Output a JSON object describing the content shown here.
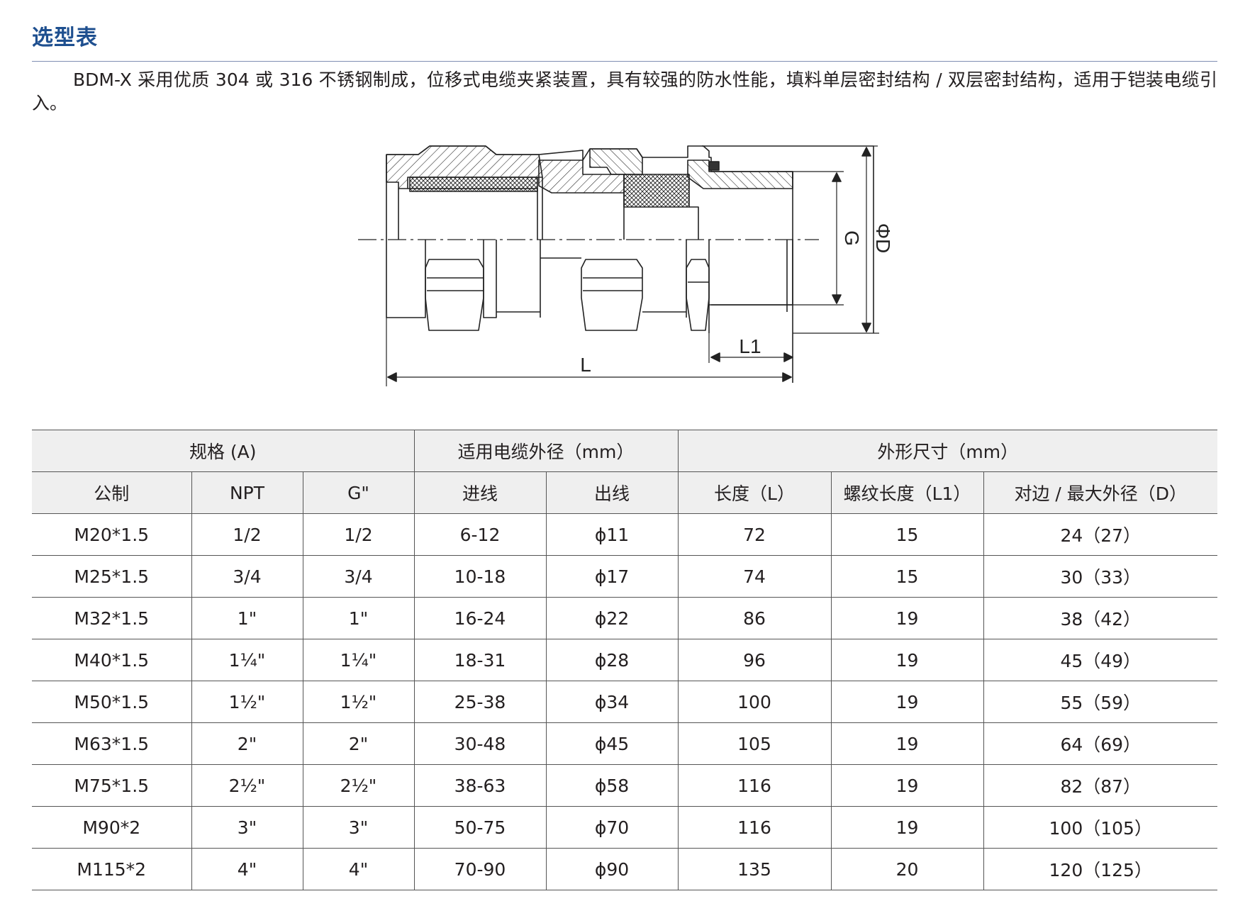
{
  "page": {
    "title": "选型表",
    "intro": "BDM-X 采用优质 304 或 316 不锈钢制成，位移式电缆夹紧装置，具有较强的防水性能，填料单层密封结构 / 双层密封结构，适用于铠装电缆引入。"
  },
  "diagram": {
    "label_L": "L",
    "label_L1": "L1",
    "label_G": "G",
    "label_D": "ΦD"
  },
  "table": {
    "group_headers": [
      "规格 (A)",
      "适用电缆外径（mm）",
      "外形尺寸（mm）"
    ],
    "columns": [
      "公制",
      "NPT",
      "G\"",
      "进线",
      "出线",
      "长度（L）",
      "螺纹长度（L1）",
      "对边 / 最大外径（D）"
    ],
    "rows": [
      [
        "M20*1.5",
        "1/2",
        "1/2",
        "6-12",
        "ϕ11",
        "72",
        "15",
        "24（27）"
      ],
      [
        "M25*1.5",
        "3/4",
        "3/4",
        "10-18",
        "ϕ17",
        "74",
        "15",
        "30（33）"
      ],
      [
        "M32*1.5",
        "1\"",
        "1\"",
        "16-24",
        "ϕ22",
        "86",
        "19",
        "38（42）"
      ],
      [
        "M40*1.5",
        "1¼\"",
        "1¼\"",
        "18-31",
        "ϕ28",
        "96",
        "19",
        "45（49）"
      ],
      [
        "M50*1.5",
        "1½\"",
        "1½\"",
        "25-38",
        "ϕ34",
        "100",
        "19",
        "55（59）"
      ],
      [
        "M63*1.5",
        "2\"",
        "2\"",
        "30-48",
        "ϕ45",
        "105",
        "19",
        "64（69）"
      ],
      [
        "M75*1.5",
        "2½\"",
        "2½\"",
        "38-63",
        "ϕ58",
        "116",
        "19",
        "82（87）"
      ],
      [
        "M90*2",
        "3\"",
        "3\"",
        "50-75",
        "ϕ70",
        "116",
        "19",
        "100（105）"
      ],
      [
        "M115*2",
        "4\"",
        "4\"",
        "70-90",
        "ϕ90",
        "135",
        "20",
        "120（125）"
      ]
    ]
  }
}
